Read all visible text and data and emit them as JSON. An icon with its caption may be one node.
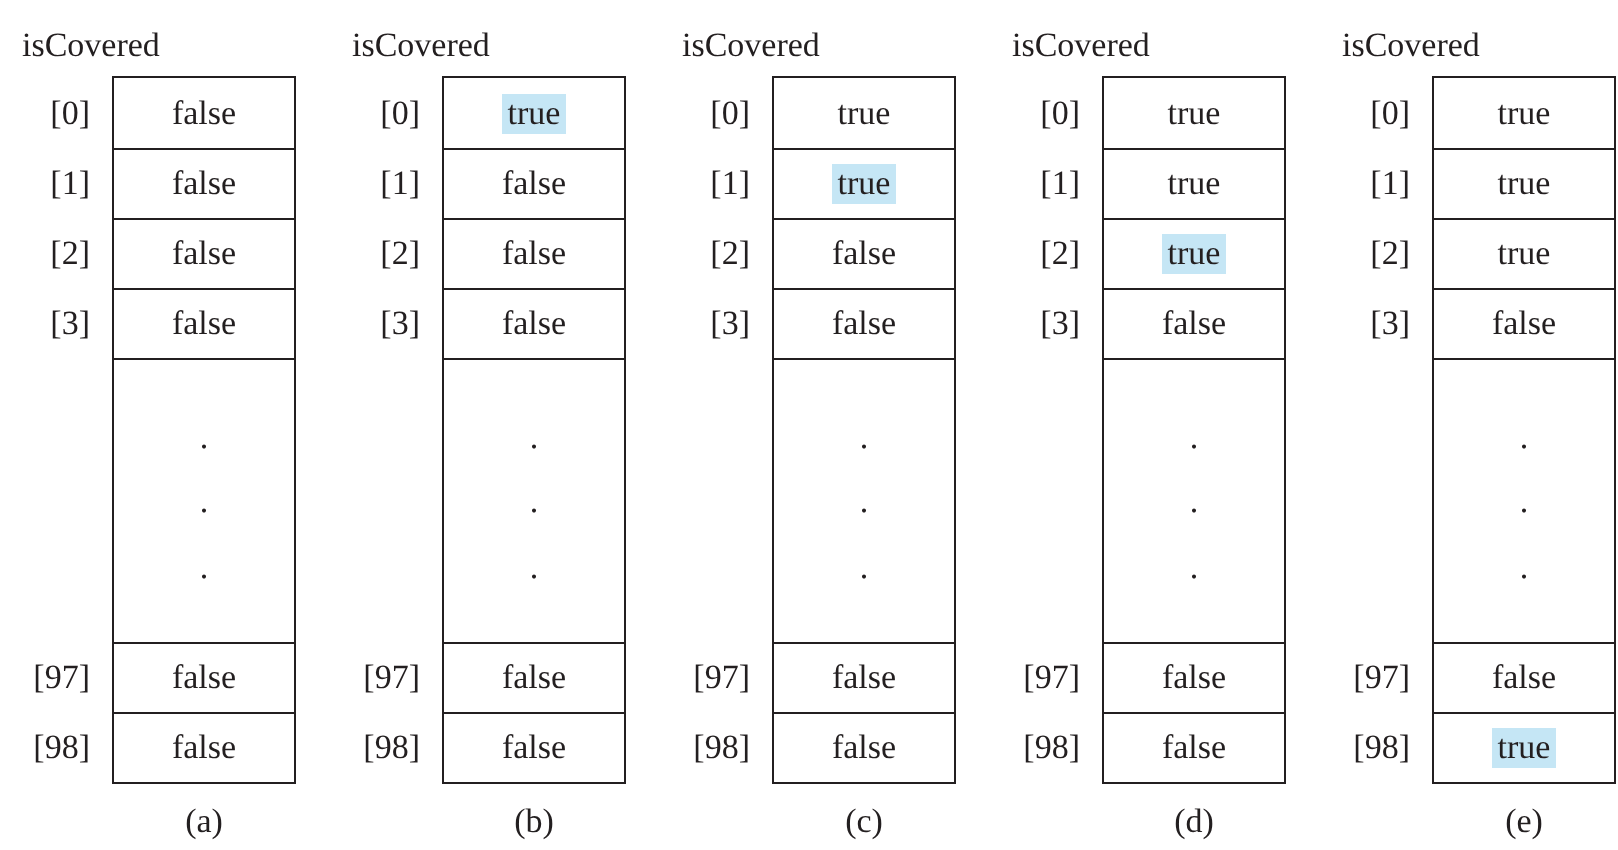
{
  "diagram": {
    "nodes": [
      {
        "text": [
          "isCovered"
        ],
        "beside": [
          "(a)"
        ]
      },
      {
        "text": [
          "false"
        ],
        "in": 0
      },
      {
        "text": [
          "false"
        ],
        "in": 0
      },
      {
        "text": [
          "false"
        ],
        "in": 0
      },
      {
        "text": [
          "false"
        ],
        "in": 0
      },
      {
        "text": [
          ".",
          ".",
          "."
        ],
        "in": 0
      },
      {
        "text": [
          "false"
        ],
        "in": 0
      },
      {
        "text": [
          "false"
        ],
        "in": 0
      },
      {
        "text": [
          "isCovered"
        ],
        "beside": [
          "(b)"
        ]
      },
      {
        "text": [
          "true"
        ],
        "in": 8
      },
      {
        "text": [
          "false"
        ],
        "in": 8
      },
      {
        "text": [
          "false"
        ],
        "in": 8
      },
      {
        "text": [
          "false"
        ],
        "in": 8
      },
      {
        "text": [
          ".",
          ".",
          "."
        ],
        "in": 8
      },
      {
        "text": [
          "false"
        ],
        "in": 8
      },
      {
        "text": [
          "false"
        ],
        "in": 8
      },
      {
        "text": [
          "isCovered"
        ],
        "beside": [
          "(c)"
        ]
      },
      {
        "text": [
          "true"
        ],
        "in": 16
      },
      {
        "text": [
          "true"
        ],
        "in": 16
      },
      {
        "text": [
          "false"
        ],
        "in": 16
      },
      {
        "text": [
          "false"
        ],
        "in": 16
      },
      {
        "text": [
          ".",
          ".",
          "."
        ],
        "in": 16
      },
      {
        "text": [
          "false"
        ],
        "in": 16
      },
      {
        "text": [
          "false"
        ],
        "in": 16
      },
      {
        "text": [
          "isCovered"
        ],
        "beside": [
          "(d)"
        ]
      },
      {
        "text": [
          "true"
        ],
        "in": 24
      },
      {
        "text": [
          "true"
        ],
        "in": 24
      },
      {
        "text": [
          "true"
        ],
        "in": 24
      },
      {
        "text": [
          "false"
        ],
        "in": 24
      },
      {
        "text": [
          ".",
          ".",
          "."
        ],
        "in": 24
      },
      {
        "text": [
          "false"
        ],
        "in": 24
      },
      {
        "text": [
          "false"
        ],
        "in": 24
      },
      {
        "text": [
          "isCovered"
        ],
        "beside": [
          "(e)"
        ]
      },
      {
        "text": [
          "true"
        ],
        "in": 32
      },
      {
        "text": [
          "true"
        ],
        "in": 32
      },
      {
        "text": [
          "true"
        ],
        "in": 32
      },
      {
        "text": [
          "false"
        ],
        "in": 32
      },
      {
        "text": [
          ".",
          ".",
          "."
        ],
        "in": 32
      },
      {
        "text": [
          "false"
        ],
        "in": 32
      },
      {
        "text": [
          "true"
        ],
        "in": 32
      }
    ],
    "labels": [
      "[0]",
      "[1]",
      "[2]",
      "[3]",
      "[97]",
      "[98]",
      "[0]",
      "[1]",
      "[2]",
      "[3]",
      "[97]",
      "[98]",
      "[0]",
      "[1]",
      "[2]",
      "[3]",
      "[97]",
      "[98]",
      "[0]",
      "[1]",
      "[2]",
      "[3]",
      "[97]",
      "[98]",
      "[0]",
      "[1]",
      "[2]",
      "[3]",
      "[97]",
      "[98]"
    ]
  }
}
